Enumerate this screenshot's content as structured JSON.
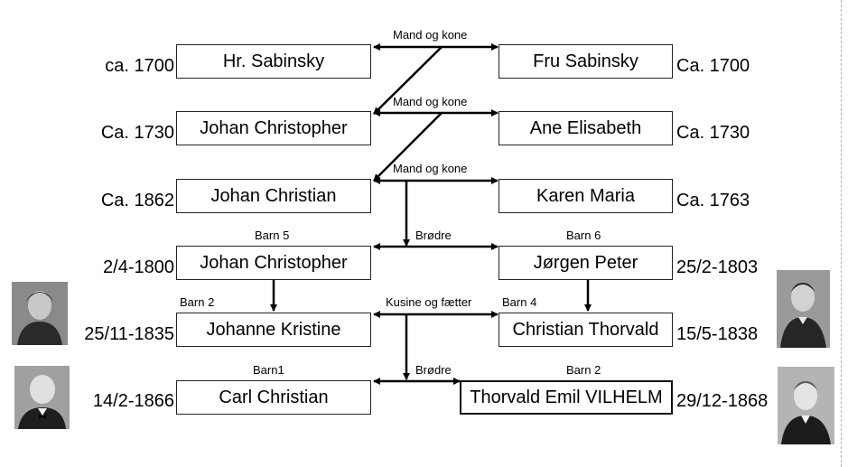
{
  "relations": {
    "r1": "Mand og kone",
    "r2": "Mand og kone",
    "r3": "Mand og kone",
    "r4": "Brødre",
    "r5": "Kusine og fætter",
    "r6": "Brødre"
  },
  "gen1": {
    "left_year": "ca. 1700",
    "left_name": "Hr. Sabinsky",
    "right_name": "Fru Sabinsky",
    "right_year": "Ca. 1700"
  },
  "gen2": {
    "left_year": "Ca. 1730",
    "left_name": "Johan Christopher",
    "right_name": "Ane Elisabeth",
    "right_year": "Ca. 1730"
  },
  "gen3": {
    "left_year": "Ca. 1862",
    "left_name": "Johan Christian",
    "right_name": "Karen Maria",
    "right_year": "Ca. 1763"
  },
  "gen4": {
    "left_child": "Barn 5",
    "right_child": "Barn 6",
    "left_year": "2/4-1800",
    "left_name": "Johan Christopher",
    "right_name": "Jørgen Peter",
    "right_year": "25/2-1803"
  },
  "gen5": {
    "left_child": "Barn 2",
    "right_child": "Barn 4",
    "left_year": "25/11-1835",
    "left_name": "Johanne Kristine",
    "right_name": "Christian Thorvald",
    "right_year": "15/5-1838"
  },
  "gen6": {
    "left_child": "Barn1",
    "right_child": "Barn 2",
    "left_year": "14/2-1866",
    "left_name": "Carl Christian",
    "right_name": "Thorvald Emil VILHELM",
    "right_year": "29/12-1868"
  },
  "colors": {
    "line": "#000000",
    "box_border": "#222222",
    "photo": "#777777"
  }
}
